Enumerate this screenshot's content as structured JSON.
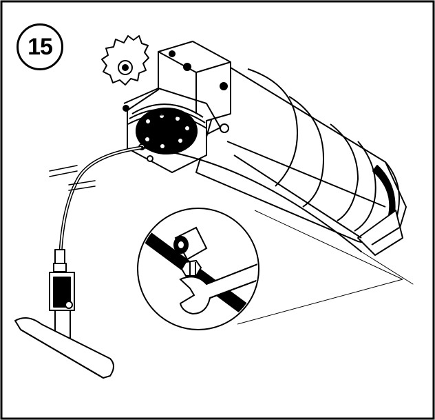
{
  "step": {
    "number": "15"
  },
  "colors": {
    "ink": "#000000",
    "paper": "#ffffff",
    "shade": "#cfcfcf"
  },
  "illustration": {
    "parts": [
      "drive-sprocket",
      "gearbox-housing",
      "electric-motor",
      "brake-disc",
      "cable-clamp",
      "hex-nut",
      "open-end-wrench",
      "release-cable",
      "cable-handle",
      "t-handle"
    ]
  }
}
